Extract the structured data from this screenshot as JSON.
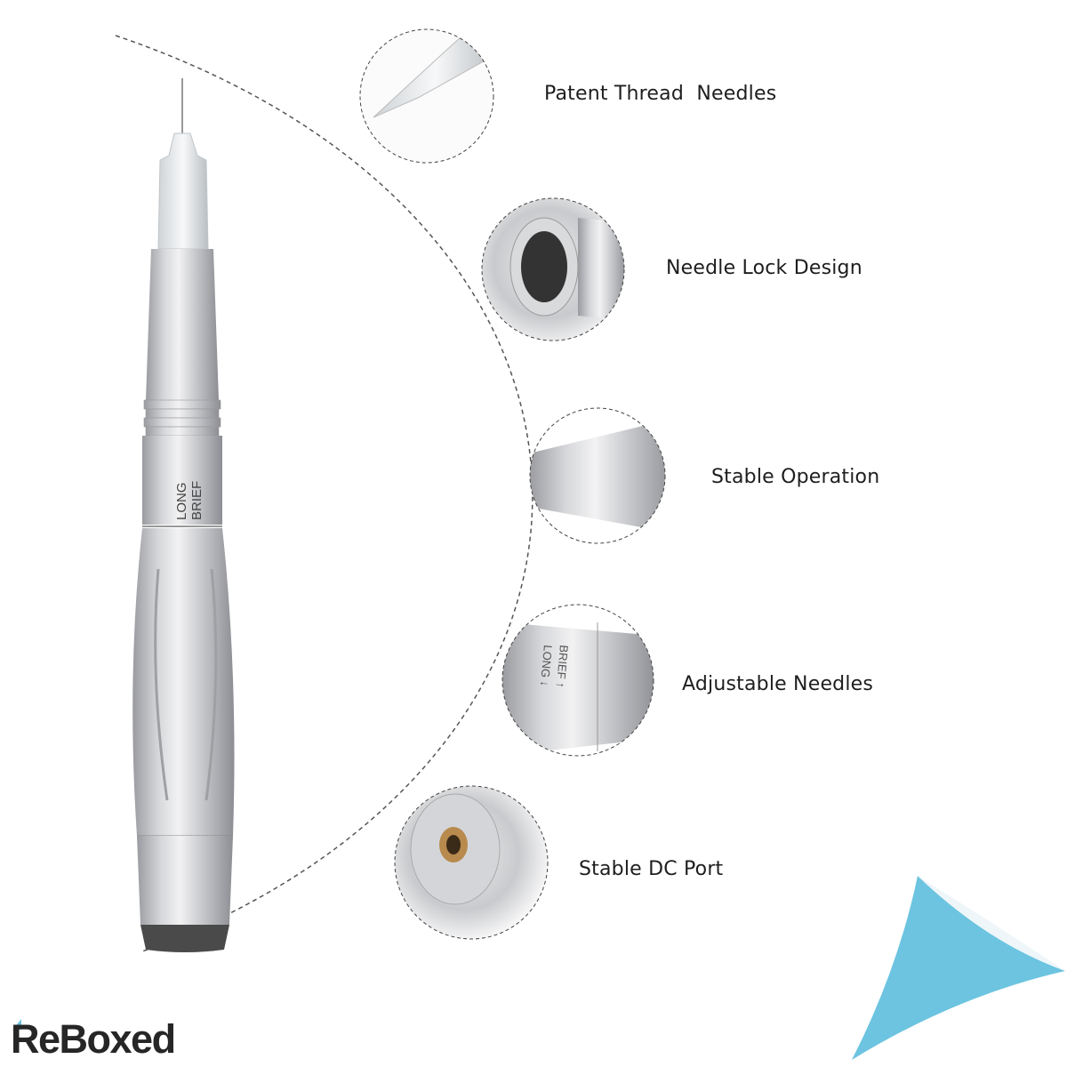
{
  "brand": {
    "logo_text": "ReBoxed",
    "accent": "#6cc4e0"
  },
  "product": {
    "pen_markings": {
      "long": "LONG",
      "brief": "BRIEF"
    }
  },
  "features": [
    {
      "label": "Patent Thread  Needles",
      "icon": "needle-cartridge-closeup"
    },
    {
      "label": "Needle Lock Design",
      "icon": "needle-lock-closeup"
    },
    {
      "label": "Stable Operation",
      "icon": "pen-body-closeup"
    },
    {
      "label": "Adjustable Needles",
      "icon": "adjust-ring-closeup"
    },
    {
      "label": "Stable DC Port",
      "icon": "dc-port-closeup"
    }
  ],
  "colors": {
    "metal": "#c8c9cc",
    "dark_cap": "#4a4a4a",
    "dash": "#555555",
    "corner_blue": "#6cc4e0"
  }
}
